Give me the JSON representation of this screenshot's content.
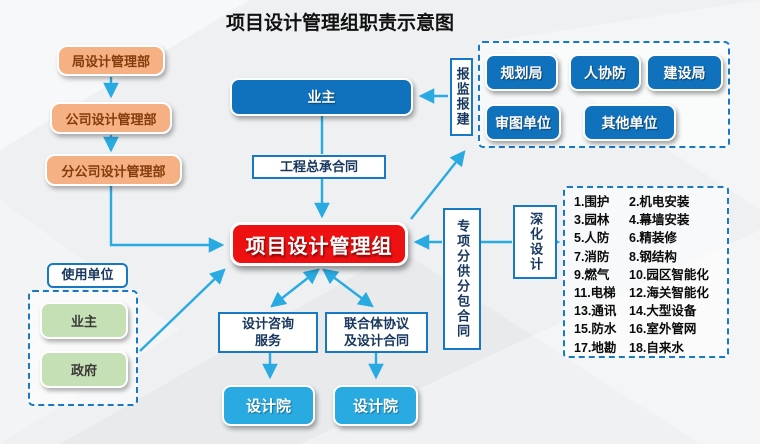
{
  "title": "项目设计管理组职责示意图",
  "hierarchy": {
    "items": [
      "局设计管理部",
      "公司设计管理部",
      "分公司设计管理部"
    ]
  },
  "owner": {
    "label": "业主"
  },
  "epc_contract": {
    "label": "工程总承合同"
  },
  "report": {
    "label": "报监报建"
  },
  "authorities": {
    "items": [
      "规划局",
      "人协防",
      "建设局",
      "审图单位",
      "其他单位"
    ]
  },
  "center": {
    "label": "项目设计管理组"
  },
  "user_units": {
    "title": "使用单位",
    "items": [
      "业主",
      "政府"
    ]
  },
  "consult": {
    "line1": "设计咨询",
    "line2": "服务"
  },
  "consortium": {
    "line1": "联合体协议",
    "line2": "及设计合同"
  },
  "institutes": {
    "left": "设计院",
    "right": "设计院"
  },
  "subcontract": {
    "label": "专项分供分包合同"
  },
  "deepen": {
    "label": "深化设计"
  },
  "details": {
    "rows": [
      [
        "1.围护",
        "2.机电安装"
      ],
      [
        "3.园林",
        "4.幕墙安装"
      ],
      [
        "5.人防",
        "6.精装修"
      ],
      [
        "7.消防",
        "8.钢结构"
      ],
      [
        "9.燃气",
        "10.园区智能化"
      ],
      [
        "11.电梯",
        "12.海关智能化"
      ],
      [
        "13.通讯",
        "14.大型设备"
      ],
      [
        "15.防水",
        "16.室外管网"
      ],
      [
        "17.地勘",
        "18.自来水"
      ]
    ]
  },
  "colors": {
    "deep_blue": "#1072BC",
    "cyan": "#29ABE2",
    "red": "#EE1111",
    "orange": "#F5B183",
    "orange_text": "#843C0C",
    "green": "#C5E0B4",
    "border_blue": "#1779C4",
    "navy_text": "#17375E",
    "background": "#EEF0F2"
  }
}
